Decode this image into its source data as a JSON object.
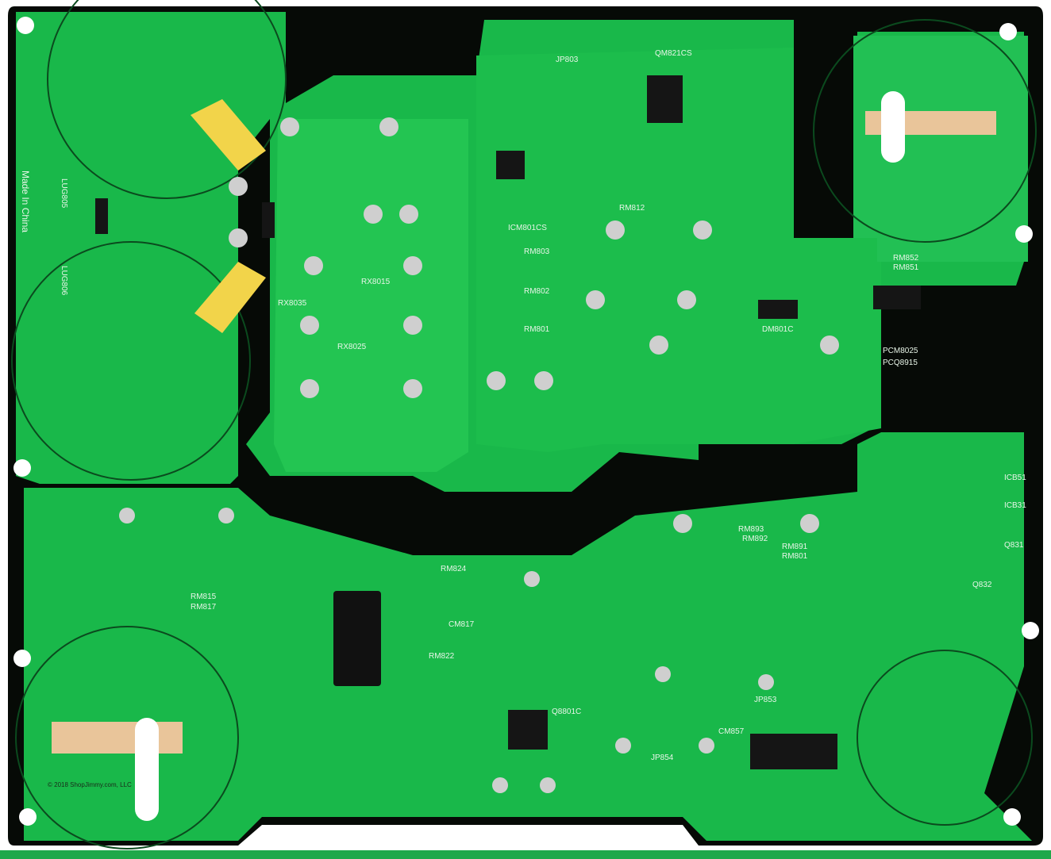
{
  "board": {
    "colors": {
      "mask": "#19b84a",
      "trace": "#2fd060",
      "void": "#050805",
      "silk": "#e8f5e8",
      "pad": "#c9c9c9",
      "tape": "#f2d44a"
    },
    "made_in": "Made In China",
    "copyright": "© 2018 ShopJimmy.com, LLC",
    "labels": [
      "LUG805",
      "LUG806",
      "JP803",
      "QM821CS",
      "ICM801CS",
      "RM803",
      "RM802",
      "RM801",
      "RX8025",
      "RX8015",
      "RX8035",
      "RM812",
      "DM801C",
      "PCQ8915",
      "PCM8025",
      "RM851",
      "RM852",
      "Q8801C",
      "CM857",
      "JP853",
      "JP854",
      "CM817",
      "RM822",
      "RM824",
      "RM815",
      "RM817",
      "RM893",
      "RM892",
      "RM891",
      "RM801",
      "ICB31",
      "ICB51",
      "Q831",
      "Q832"
    ]
  }
}
